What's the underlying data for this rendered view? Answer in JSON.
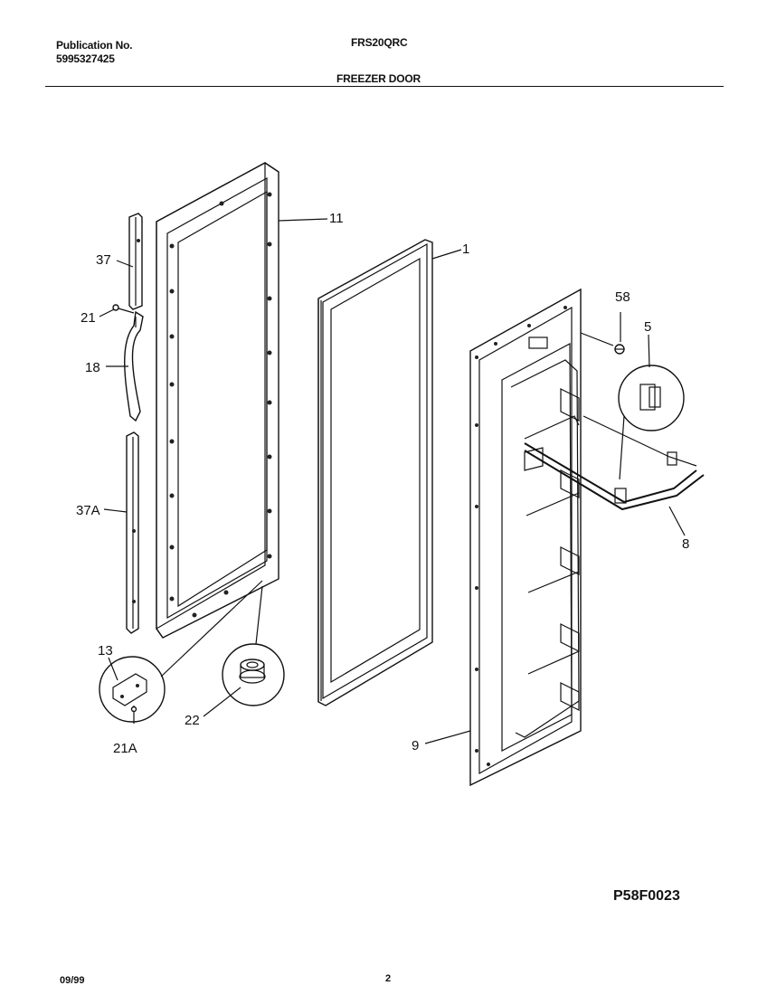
{
  "header": {
    "publication_label": "Publication No.",
    "publication_number": "5995327425",
    "model": "FRS20QRC",
    "section_title": "FREEZER DOOR"
  },
  "diagram": {
    "code": "P58F0023",
    "callouts": [
      "11",
      "1",
      "37",
      "21",
      "18",
      "37A",
      "58",
      "5",
      "8",
      "13",
      "22",
      "21A",
      "9"
    ]
  },
  "footer": {
    "date": "09/99",
    "page": "2"
  }
}
